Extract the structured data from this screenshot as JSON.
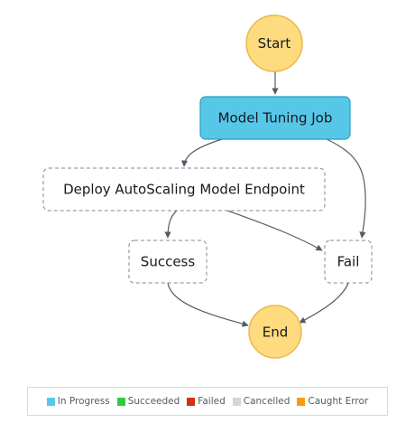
{
  "diagram": {
    "nodes": {
      "start": {
        "label": "Start",
        "status": "start"
      },
      "tuning": {
        "label": "Model Tuning Job",
        "status": "in-progress"
      },
      "deploy": {
        "label": "Deploy AutoScaling Model Endpoint",
        "status": "not-run"
      },
      "success": {
        "label": "Success",
        "status": "not-run"
      },
      "fail": {
        "label": "Fail",
        "status": "not-run"
      },
      "end": {
        "label": "End",
        "status": "end"
      }
    },
    "edges": [
      {
        "from": "start",
        "to": "tuning"
      },
      {
        "from": "tuning",
        "to": "deploy"
      },
      {
        "from": "tuning",
        "to": "fail"
      },
      {
        "from": "deploy",
        "to": "success"
      },
      {
        "from": "deploy",
        "to": "fail"
      },
      {
        "from": "success",
        "to": "end"
      },
      {
        "from": "fail",
        "to": "end"
      }
    ]
  },
  "legend": {
    "items": [
      {
        "label": "In Progress",
        "color": "#57c7e8"
      },
      {
        "label": "Succeeded",
        "color": "#2ecc40"
      },
      {
        "label": "Failed",
        "color": "#d13212"
      },
      {
        "label": "Cancelled",
        "color": "#d5d5d5"
      },
      {
        "label": "Caught Error",
        "color": "#f89c0e"
      }
    ]
  },
  "colors": {
    "terminal_fill": "#ffdb80",
    "terminal_stroke": "#e9b949",
    "in_progress_fill": "#57c7e8",
    "in_progress_stroke": "#2a9ec4",
    "pending_stroke": "#7d8998",
    "edge": "#545b64"
  }
}
